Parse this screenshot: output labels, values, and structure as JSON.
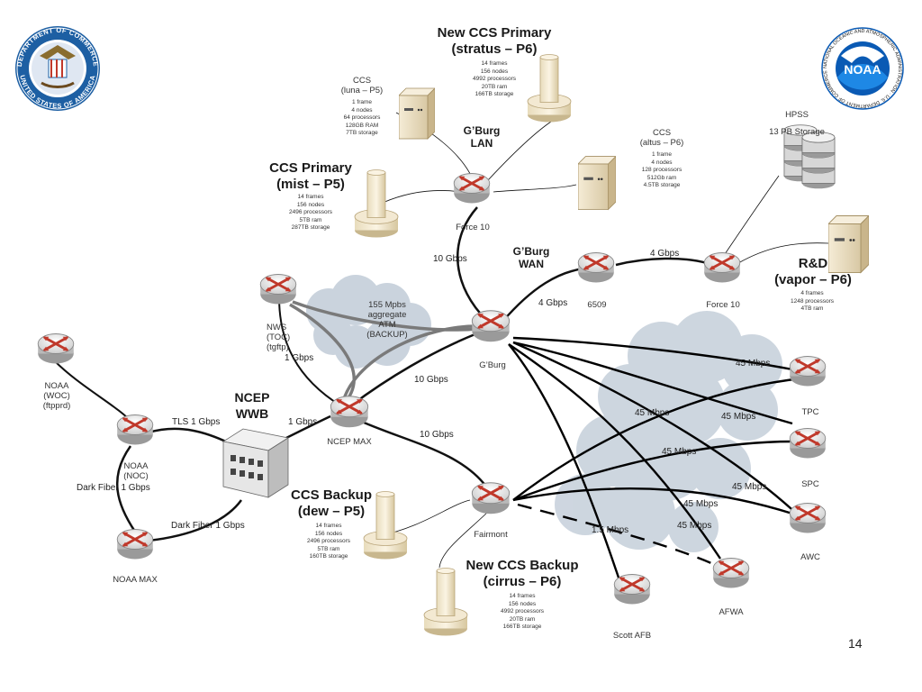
{
  "sites": {
    "ccs_new_primary": {
      "title1": "New CCS Primary",
      "title2": "(stratus – P6)",
      "specs": [
        "14 frames",
        "156 nodes",
        "4992 processors",
        "20TB ram",
        "166TB storage"
      ]
    },
    "ccs_luna": {
      "lines": [
        "CCS",
        "(luna – P5)"
      ],
      "specs": [
        "1 frame",
        "4 nodes",
        "64 processors",
        "128GB RAM",
        "7TB storage"
      ]
    },
    "ccs_altus": {
      "lines": [
        "CCS",
        "(altus – P6)"
      ],
      "specs": [
        "1 frame",
        "4 nodes",
        "128 processors",
        "512Gb ram",
        "4.5TB storage"
      ]
    },
    "ccs_primary": {
      "title1": "CCS Primary",
      "title2": "(mist – P5)",
      "specs": [
        "14 frames",
        "156 nodes",
        "2496 processors",
        "5TB ram",
        "287TB storage"
      ]
    },
    "hpss": {
      "lines": [
        "HPSS",
        "13 PB Storage"
      ]
    },
    "rd": {
      "title1": "R&D",
      "title2": "(vapor – P6)",
      "specs": [
        "4 frames",
        "1248 processors",
        "4TB ram"
      ]
    },
    "ccs_backup": {
      "title1": "CCS Backup",
      "title2": "(dew – P5)",
      "specs": [
        "14 frames",
        "156 nodes",
        "2496 processors",
        "5TB ram",
        "160TB storage"
      ]
    },
    "ccs_new_backup": {
      "title1": "New CCS Backup",
      "title2": "(cirrus – P6)",
      "specs": [
        "14 frames",
        "156 nodes",
        "4992 processors",
        "20TB ram",
        "166TB storage"
      ]
    },
    "ncep_wwb": {
      "lines": [
        "NCEP",
        "WWB"
      ]
    },
    "gburg_lan": {
      "lines": [
        "G’Burg",
        "LAN"
      ]
    },
    "gburg_wan": {
      "lines": [
        "G’Burg",
        "WAN"
      ]
    },
    "atm": {
      "lines": [
        "155 Mpbs",
        "aggregate",
        "ATM",
        "(BACKUP)"
      ]
    }
  },
  "routers": {
    "force10_lan": "Force 10",
    "gburg": "G’Burg",
    "r6509": "6509",
    "force10_wan": "Force 10",
    "nws": [
      "NWS",
      "(TOC)",
      "(tgftp)"
    ],
    "noaa_woc": [
      "NOAA",
      "(WOC)",
      "(ftpprd)"
    ],
    "noaa_noc": [
      "NOAA",
      "(NOC)"
    ],
    "noaa_max": "NOAA MAX",
    "ncep_max": "NCEP MAX",
    "fairmont": "Fairmont",
    "scott": "Scott AFB",
    "afwa": "AFWA",
    "tpc": "TPC",
    "spc": "SPC",
    "awc": "AWC"
  },
  "links": {
    "lan_wan": "10 Gbps",
    "gburg_6509": "4 Gbps",
    "r6509_force10": "4 Gbps",
    "nws_ncep": "1 Gbps",
    "gburg_ncep": "10 Gbps",
    "ncep_wwb": "1 Gbps",
    "ncep_fairmont": "10 Gbps",
    "tls": "TLS 1 Gbps",
    "dark1": "Dark Fiber 1 Gbps",
    "dark2": "Dark Fiber 1 Gbps",
    "m45a": "45 Mbps",
    "m45b": "45 Mbps",
    "m45c": "45 Mbps",
    "m45d": "45 Mbps",
    "m45e": "45 Mbps",
    "m45f": "45 Mbps",
    "m45g": "45 Mbps",
    "m15": "1.5 Mbps"
  },
  "page_number": "14",
  "seals": {
    "doc_top": "DEPARTMENT OF COMMERCE",
    "doc_bottom": "UNITED STATES OF AMERICA",
    "noaa_center": "NOAA",
    "noaa_ring": "NATIONAL OCEANIC AND ATMOSPHERIC ADMINISTRATION · U.S. DEPARTMENT OF COMMERCE"
  },
  "colors": {
    "router_arrow": "#c0392b",
    "doc_seal": "#1d5fa3",
    "noaa_blue": "#0a5ab4",
    "cloud": "#c9d3de",
    "server": "#e9dcc0"
  }
}
